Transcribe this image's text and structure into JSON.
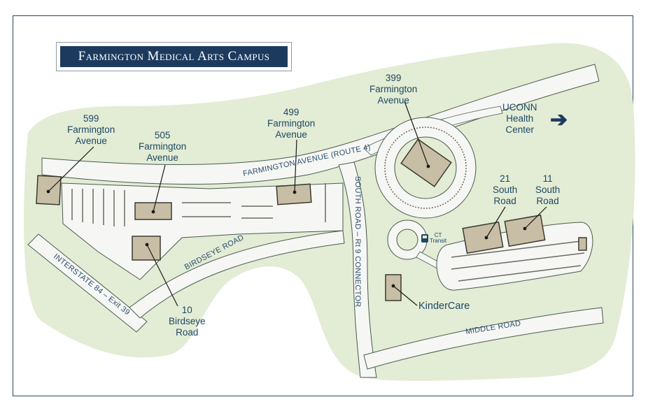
{
  "title": "Farmington Medical Arts Campus",
  "colors": {
    "land": "#e3ecd4",
    "road": "#f6f7f4",
    "road_edge": "#4a5a50",
    "building": "#c8bea5",
    "building_edge": "#3a3a30",
    "title_bg": "#1c3a5e",
    "label": "#1d4866",
    "frame": "#2b4560"
  },
  "buildings": [
    {
      "id": "599",
      "label": [
        "599",
        "Farmington",
        "Avenue"
      ]
    },
    {
      "id": "505",
      "label": [
        "505",
        "Farmington",
        "Avenue"
      ]
    },
    {
      "id": "499",
      "label": [
        "499",
        "Farmington",
        "Avenue"
      ]
    },
    {
      "id": "399",
      "label": [
        "399",
        "Farmington",
        "Avenue"
      ]
    },
    {
      "id": "21",
      "label": [
        "21",
        "South",
        "Road"
      ]
    },
    {
      "id": "11",
      "label": [
        "11",
        "South",
        "Road"
      ]
    },
    {
      "id": "10",
      "label": [
        "10",
        "Birdseye",
        "Road"
      ]
    },
    {
      "id": "kindercare",
      "label": [
        "KinderCare"
      ]
    }
  ],
  "roads": {
    "farmington_ave": "FARMINGTON AVENUE (ROUTE 4)",
    "south_road": "SOUTH ROAD – Rt 9 CONNECTOR",
    "birdseye": "BIRDSEYE ROAD",
    "interstate": "INTERSTATE 84 – Exit 39",
    "middle_road": "MIDDLE ROAD"
  },
  "destinations": {
    "uconn": [
      "UCONN",
      "Health",
      "Center"
    ],
    "arrow": "➔"
  },
  "transit": {
    "icon": "bus-icon",
    "label": [
      "CT",
      "Transit"
    ]
  }
}
